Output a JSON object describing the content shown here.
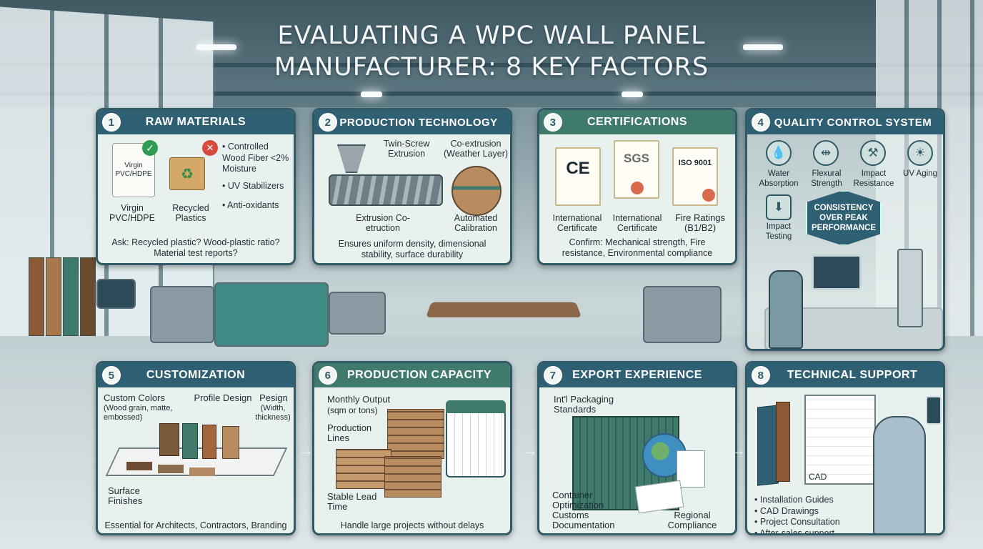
{
  "title": {
    "line1": "EVALUATING A WPC WALL PANEL",
    "line2": "MANUFACTURER: 8 KEY FACTORS"
  },
  "colors": {
    "header_blue": "#2f5f73",
    "header_green": "#3f7a6d",
    "card_bg": "#e9f1ef"
  },
  "cards": [
    {
      "number": "1",
      "title": "RAW MATERIALS",
      "bag_text": "Virgin PVC/HDPE",
      "label_virgin": "Virgin PVC/HDPE",
      "label_recycled": "Recycled Plastics",
      "bullets": [
        "Controlled Wood Fiber <2% Moisture",
        "UV Stabilizers",
        "Anti-oxidants"
      ],
      "note": "Ask: Recycled plastic? Wood-plastic ratio? Material test reports?",
      "icons": [
        "check-icon",
        "cross-icon",
        "recycle-icon"
      ]
    },
    {
      "number": "2",
      "title": "PRODUCTION TECHNOLOGY",
      "label_twin": "Twin-Screw Extrusion",
      "label_coex": "Co-extrusion (Weather Layer)",
      "label_extrusion": "Extrusion Co-etruction",
      "label_calibration": "Automated Calibration",
      "note": "Ensures uniform density, dimensional stability, surface durability"
    },
    {
      "number": "3",
      "title": "CERTIFICATIONS",
      "cert_marks": [
        "CE",
        "SGS",
        "ISO 9001"
      ],
      "cert_labels": [
        "International Certificate",
        "International Certificate",
        "Fire Ratings (B1/B2)"
      ],
      "note": "Confirm: Mechanical strength, Fire resistance, Environmental compliance"
    },
    {
      "number": "4",
      "title": "QUALITY CONTROL SYSTEM",
      "tests": [
        "Water Absorption",
        "Flexural Strength",
        "Impact Resistance",
        "UV Aging",
        "Impact Testing"
      ],
      "badge": "CONSISTENCY OVER PEAK PERFORMANCE"
    },
    {
      "number": "5",
      "title": "CUSTOMIZATION",
      "label_colors": "Custom Colors",
      "label_colors_sub": "(Wood grain, matte, embossed)",
      "label_profile": "Profile Design",
      "label_pesign": "Pesign",
      "label_pesign_sub": "(Width, thickness)",
      "label_surface": "Surface Finishes",
      "note": "Essential for Architects, Contractors, Branding"
    },
    {
      "number": "6",
      "title": "PRODUCTION CAPACITY",
      "label_output": "Monthly Output",
      "label_output_sub": "(sqm or tons)",
      "label_lines": "Production Lines",
      "label_lead": "Stable Lead Time",
      "note": "Handle large projects without delays"
    },
    {
      "number": "7",
      "title": "EXPORT EXPERIENCE",
      "label_packaging": "Int'l Packaging Standards",
      "label_container": "Container Optimization",
      "label_customs": "Customs Documentation",
      "label_regional": "Regional Compliance"
    },
    {
      "number": "8",
      "title": "TECHNICAL SUPPORT",
      "label_cad": "CAD",
      "bullets": [
        "Installation Guides",
        "CAD Drawings",
        "Project Consultation",
        "After-sales support"
      ]
    }
  ],
  "arrows": [
    "→",
    "→",
    "→"
  ]
}
